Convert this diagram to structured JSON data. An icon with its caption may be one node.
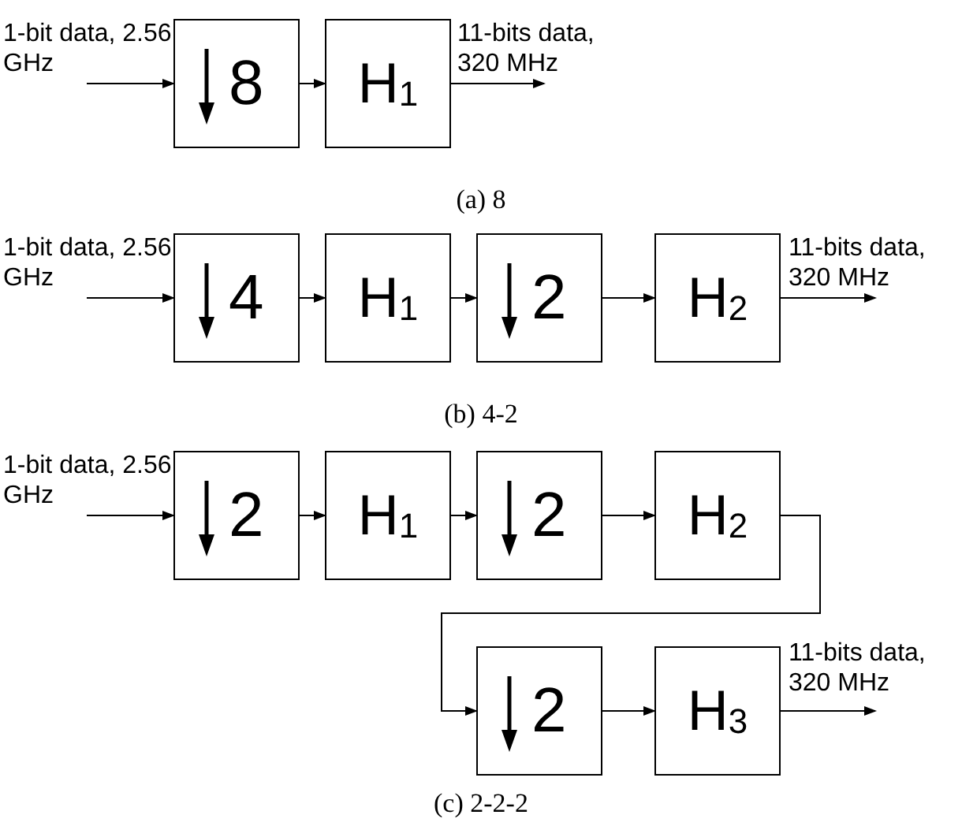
{
  "diagram": {
    "nodes": [
      {
        "text": [
          "8"
        ]
      },
      {
        "text": [
          "H$_{1}$"
        ]
      },
      {
        "text": [
          "4"
        ]
      },
      {
        "text": [
          "H$_{1}$"
        ]
      },
      {
        "text": [
          "2"
        ]
      },
      {
        "text": [
          "H$_{2}$"
        ]
      },
      {
        "text": [
          "2"
        ]
      },
      {
        "text": [
          "H$_{1}$"
        ]
      },
      {
        "text": [
          "2"
        ]
      },
      {
        "text": [
          "H$_{2}$"
        ]
      },
      {
        "text": [
          "2"
        ]
      },
      {
        "text": [
          "H$_{3}$"
        ]
      }
    ],
    "edges": [
      {
        "from": null,
        "to": 0,
        "arrow": "to",
        "label": "1-bit data, 2.56 GHz"
      },
      {
        "from": 0,
        "to": 1,
        "arrow": "to"
      },
      {
        "from": 1,
        "to": null,
        "arrow": "to",
        "label": "11-bits data, 320 MHz"
      },
      {
        "from": null,
        "to": 2,
        "arrow": "to",
        "label": "1-bit data, 2.56 GHz"
      },
      {
        "from": 2,
        "to": 3,
        "arrow": "to"
      },
      {
        "from": 3,
        "to": 4,
        "arrow": "to"
      },
      {
        "from": 4,
        "to": 5,
        "arrow": "to"
      },
      {
        "from": 5,
        "to": null,
        "arrow": "to",
        "label": "11-bits data, 320 MHz"
      },
      {
        "from": null,
        "to": 6,
        "arrow": "to",
        "label": "1-bit data, 2.56 GHz"
      },
      {
        "from": 6,
        "to": 7,
        "arrow": "to"
      },
      {
        "from": 7,
        "to": 8,
        "arrow": "to"
      },
      {
        "from": 8,
        "to": 9,
        "arrow": "to"
      },
      {
        "from": 9,
        "to": 10,
        "arrow": "to"
      },
      {
        "from": 10,
        "to": 11,
        "arrow": "to"
      },
      {
        "from": 11,
        "to": null,
        "arrow": "to",
        "label": "11-bits data, 320 MHz"
      }
    ],
    "labels": [
      "(a) 8",
      "(b) 4-2",
      "(c) 2-2-2"
    ]
  }
}
